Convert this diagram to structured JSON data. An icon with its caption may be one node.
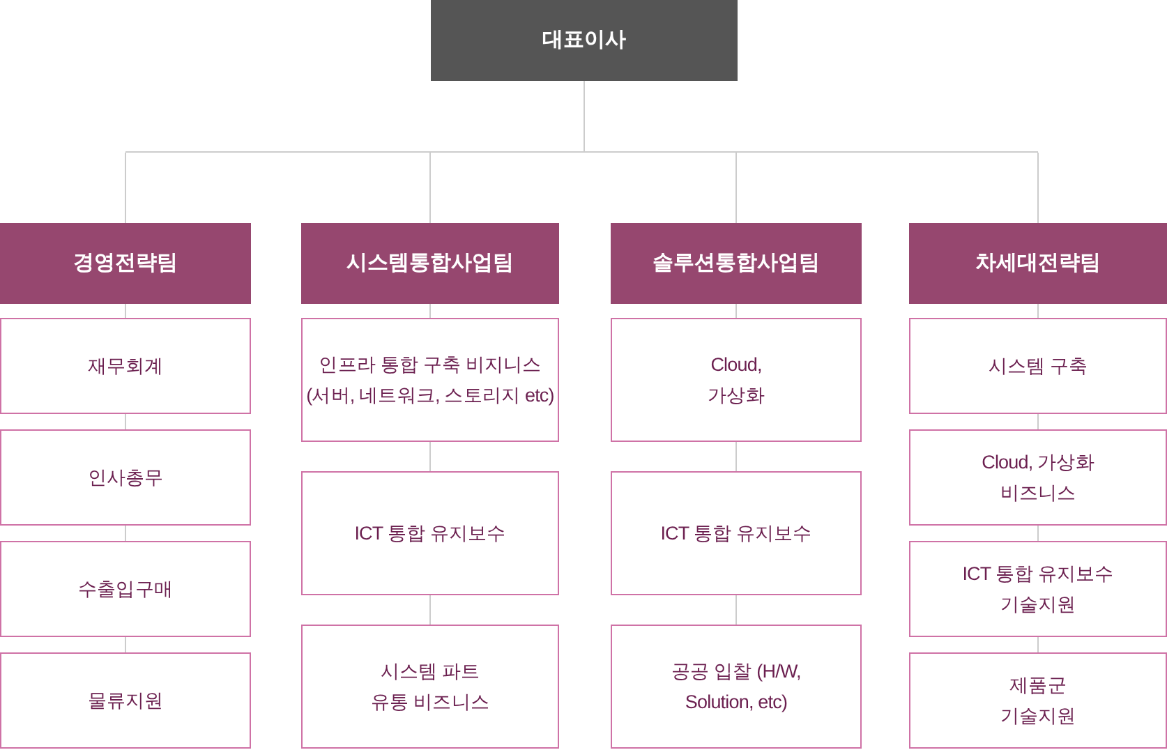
{
  "diagram": {
    "nodes": [
      {
        "text": [
          "대표이사"
        ]
      },
      {
        "text": [
          "경영전략팀"
        ]
      },
      {
        "text": [
          "시스템통합사업팀"
        ]
      },
      {
        "text": [
          "솔루션통합사업팀"
        ]
      },
      {
        "text": [
          "차세대전략팀"
        ]
      },
      {
        "text": [
          "재무회계"
        ]
      },
      {
        "text": [
          "인사총무"
        ]
      },
      {
        "text": [
          "수출입구매"
        ]
      },
      {
        "text": [
          "물류지원"
        ]
      },
      {
        "text": [
          "인프라 통합 구축 비지니스 (서버, 네트워크, 스토리지 etc)"
        ]
      },
      {
        "text": [
          "ICT 통합 유지보수"
        ]
      },
      {
        "text": [
          "시스템 파트 유통 비즈니스"
        ]
      },
      {
        "text": [
          "Cloud, 가상화"
        ]
      },
      {
        "text": [
          "ICT 통합 유지보수"
        ]
      },
      {
        "text": [
          "공공 입찰 (H/W, Solution, etc)"
        ]
      },
      {
        "text": [
          "시스템 구축"
        ]
      },
      {
        "text": [
          "Cloud, 가상화 비즈니스"
        ]
      },
      {
        "text": [
          "ICT 통합 유지보수 기술지원"
        ]
      },
      {
        "text": [
          "제품군 기술지원"
        ]
      }
    ],
    "edges": [
      {
        "from": 0,
        "to": 1,
        "arrow": "none"
      },
      {
        "from": 0,
        "to": 2,
        "arrow": "none"
      },
      {
        "from": 0,
        "to": 3,
        "arrow": "none"
      },
      {
        "from": 0,
        "to": 4,
        "arrow": "none"
      },
      {
        "from": 1,
        "to": 5,
        "arrow": "none"
      },
      {
        "from": 5,
        "to": 6,
        "arrow": "none"
      },
      {
        "from": 6,
        "to": 7,
        "arrow": "none"
      },
      {
        "from": 7,
        "to": 8,
        "arrow": "none"
      },
      {
        "from": 2,
        "to": 9,
        "arrow": "none"
      },
      {
        "from": 9,
        "to": 10,
        "arrow": "none"
      },
      {
        "from": 10,
        "to": 11,
        "arrow": "none"
      },
      {
        "from": 3,
        "to": 12,
        "arrow": "none"
      },
      {
        "from": 12,
        "to": 13,
        "arrow": "none"
      },
      {
        "from": 13,
        "to": 14,
        "arrow": "none"
      },
      {
        "from": 4,
        "to": 15,
        "arrow": "none"
      },
      {
        "from": 15,
        "to": 16,
        "arrow": "none"
      },
      {
        "from": 16,
        "to": 17,
        "arrow": "none"
      },
      {
        "from": 17,
        "to": 18,
        "arrow": "none"
      }
    ]
  }
}
